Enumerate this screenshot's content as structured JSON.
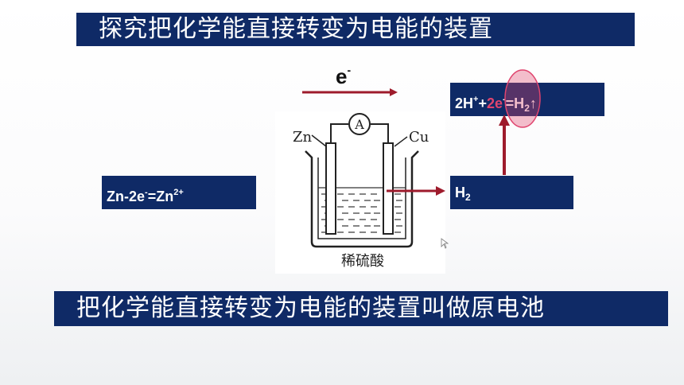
{
  "title": "探究把化学能直接转变为电能的装置",
  "conclusion": "把化学能直接转变为电能的装置叫做原电池",
  "electron": {
    "base": "e",
    "charge": "-"
  },
  "zn_equation": {
    "text": "Zn-2e",
    "sup1": "-",
    "mid": "=Zn",
    "sup2": "2+"
  },
  "h2_box": {
    "base": "H",
    "sub": "2"
  },
  "h_reduction": {
    "prefix": "2H",
    "sup1": "+",
    "plus": "+",
    "highlight": "2e",
    "sup2": "-",
    "eq": "=H",
    "sub": "2",
    "arrow": "↑"
  },
  "cell": {
    "anode_label": "Zn",
    "cathode_label": "Cu",
    "ammeter_label": "A",
    "solution_label": "稀硫酸"
  },
  "colors": {
    "banner_bg": "#0f2a66",
    "arrow_red": "#9e1b2c",
    "highlight_pink": "#e0446e"
  }
}
